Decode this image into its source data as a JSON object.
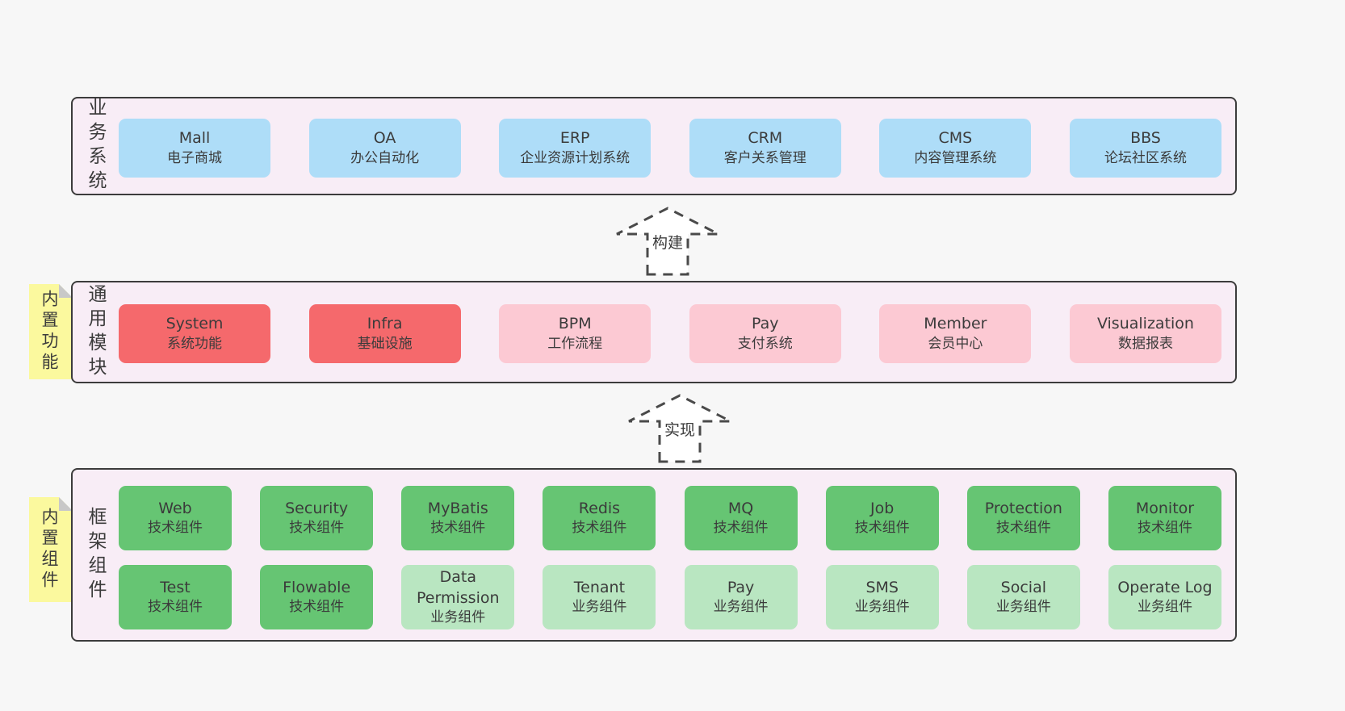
{
  "colors": {
    "page_bg": "#f7f7f7",
    "band_bg": "#f8edf6",
    "band_border": "#3c3c3c",
    "text": "#3b3b3b",
    "blue_box": "#aeddf8",
    "red_box": "#f5696c",
    "pink_box": "#fcc9d3",
    "green_box": "#66c573",
    "light_green_box": "#b9e6c1",
    "sticky_yellow": "#fbf99e",
    "sticky_fold": "#c8c8c8"
  },
  "sections": {
    "business": {
      "label": "业务系统",
      "boxes": [
        {
          "title": "Mall",
          "subtitle": "电子商城"
        },
        {
          "title": "OA",
          "subtitle": "办公自动化"
        },
        {
          "title": "ERP",
          "subtitle": "企业资源计划系统"
        },
        {
          "title": "CRM",
          "subtitle": "客户关系管理"
        },
        {
          "title": "CMS",
          "subtitle": "内容管理系统"
        },
        {
          "title": "BBS",
          "subtitle": "论坛社区系统"
        }
      ]
    },
    "modules": {
      "label": "通用模块",
      "sticky": "内置功能",
      "boxes": [
        {
          "title": "System",
          "subtitle": "系统功能"
        },
        {
          "title": "Infra",
          "subtitle": "基础设施"
        },
        {
          "title": "BPM",
          "subtitle": "工作流程"
        },
        {
          "title": "Pay",
          "subtitle": "支付系统"
        },
        {
          "title": "Member",
          "subtitle": "会员中心"
        },
        {
          "title": "Visualization",
          "subtitle": "数据报表"
        }
      ]
    },
    "components": {
      "label": "框架组件",
      "sticky": "内置组件",
      "row1": [
        {
          "title": "Web",
          "subtitle": "技术组件"
        },
        {
          "title": "Security",
          "subtitle": "技术组件"
        },
        {
          "title": "MyBatis",
          "subtitle": "技术组件"
        },
        {
          "title": "Redis",
          "subtitle": "技术组件"
        },
        {
          "title": "MQ",
          "subtitle": "技术组件"
        },
        {
          "title": "Job",
          "subtitle": "技术组件"
        },
        {
          "title": "Protection",
          "subtitle": "技术组件"
        },
        {
          "title": "Monitor",
          "subtitle": "技术组件"
        }
      ],
      "row2": [
        {
          "title": "Test",
          "subtitle": "技术组件"
        },
        {
          "title": "Flowable",
          "subtitle": "技术组件"
        },
        {
          "title": "Data Permission",
          "subtitle": "业务组件"
        },
        {
          "title": "Tenant",
          "subtitle": "业务组件"
        },
        {
          "title": "Pay",
          "subtitle": "业务组件"
        },
        {
          "title": "SMS",
          "subtitle": "业务组件"
        },
        {
          "title": "Social",
          "subtitle": "业务组件"
        },
        {
          "title": "Operate Log",
          "subtitle": "业务组件"
        }
      ]
    }
  },
  "arrows": {
    "build": "构建",
    "implement": "实现"
  }
}
